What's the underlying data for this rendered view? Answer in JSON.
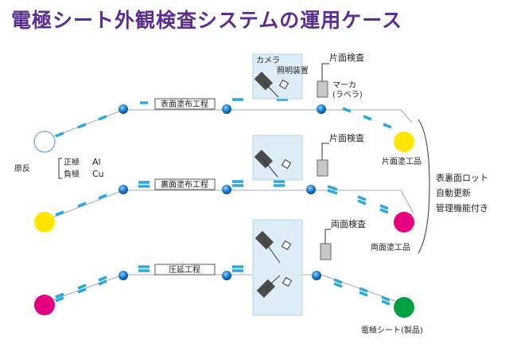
{
  "title": "電極シート外観検査システムの運用ケース",
  "labels": {
    "camera": "カメラ",
    "lighting": "照明装置",
    "single_inspection_1": "片面検査",
    "single_inspection_2": "片面検査",
    "double_inspection": "両面検査",
    "marker": "マーカ",
    "labeler": "(ラベラ)",
    "process_front": "表面塗布工程",
    "process_back": "裏面塗布工程",
    "process_press": "圧延工程",
    "raw_sheet": "原反",
    "positive": "正極",
    "negative": "負極",
    "positive_material": "Al",
    "negative_material": "Cu",
    "output_single": "片面塗工品",
    "output_double": "両面塗工品",
    "output_final": "電極シート(製品)",
    "feature_1": "表裏面ロット",
    "feature_2": "自動更新",
    "feature_3": "管理機能付き"
  },
  "colors": {
    "title": "#5b2d90",
    "sheet_segment": "#29a8e0",
    "roller": "#1f7fd0",
    "coat_yellow": "#ffe600",
    "coat_magenta": "#e4007f",
    "product_green": "#00a040",
    "inspection_panel": "#dcedf7"
  }
}
